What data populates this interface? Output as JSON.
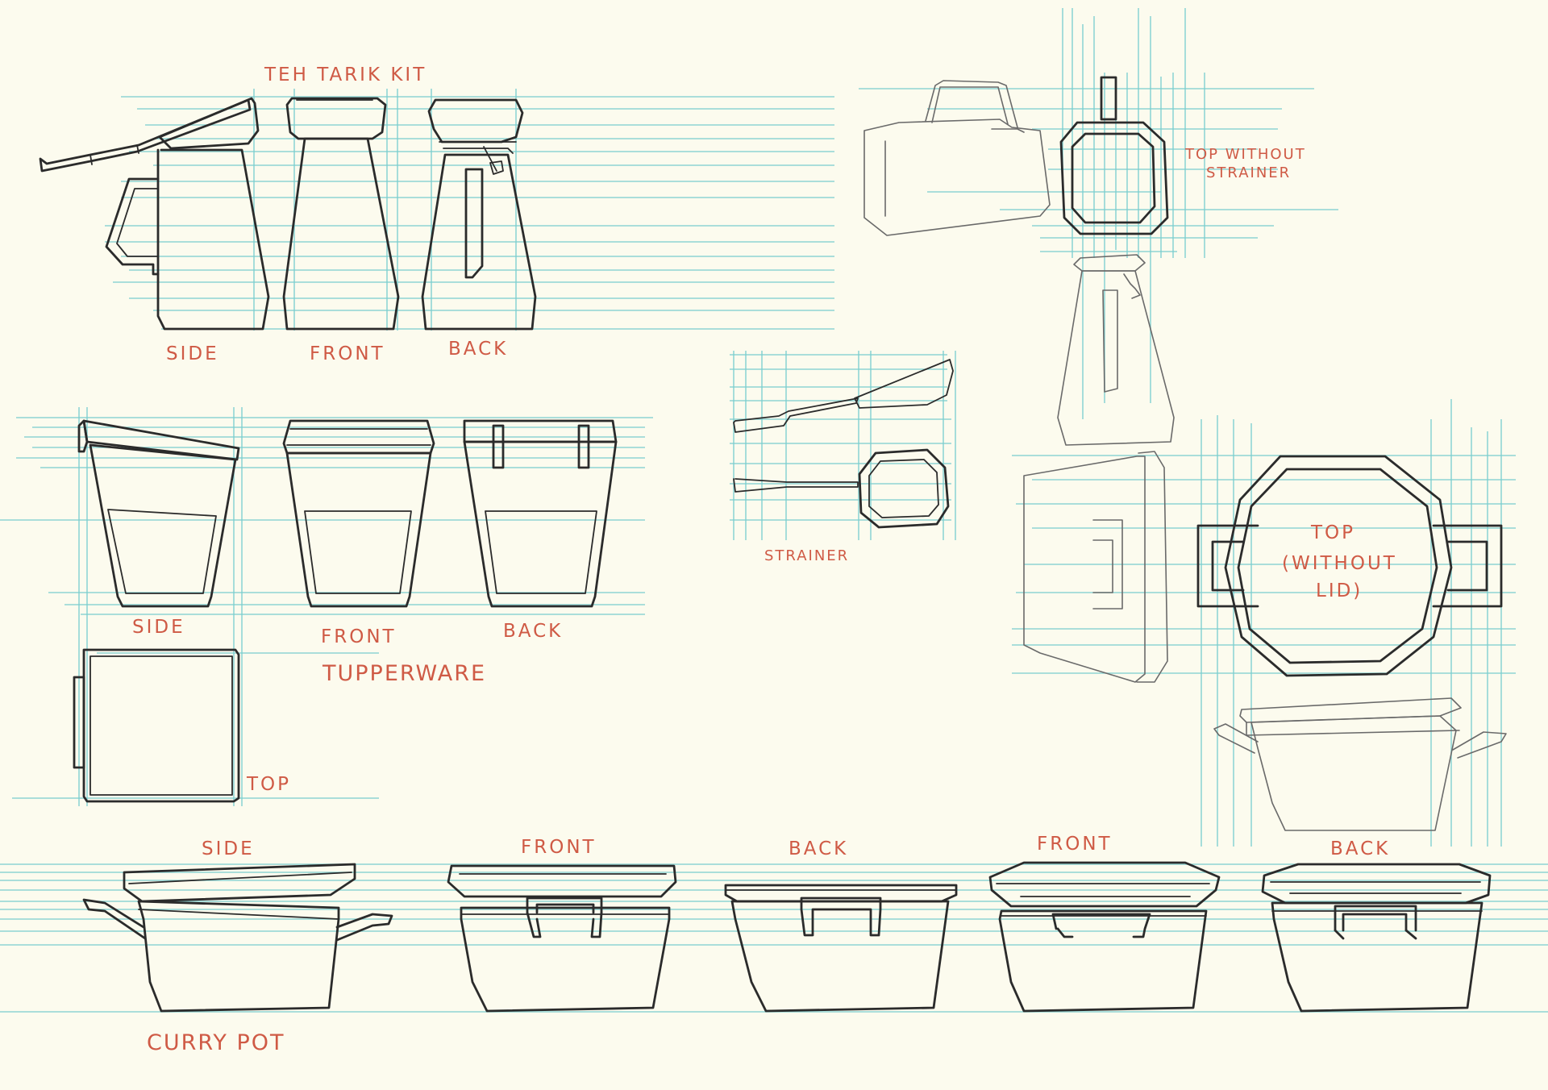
{
  "sheet": {
    "title": "TEH TARIK KIT",
    "teh_tarik_views": {
      "side": "SIDE",
      "front": "FRONT",
      "back": "BACK"
    },
    "top_without_strainer": [
      "TOP WITHOUT",
      "STRAINER"
    ],
    "strainer": "STRAINER",
    "tupperware_views": {
      "side": "SIDE",
      "front": "FRONT",
      "back": "BACK",
      "top": "TOP"
    },
    "tupperware": "TUPPERWARE",
    "pot_top": [
      "TOP",
      "(WITHOUT",
      "LID)"
    ],
    "curry_pot_views": {
      "side": "SIDE",
      "front": "FRONT",
      "back": "BACK",
      "front2": "FRONT",
      "back2": "BACK"
    },
    "curry_pot": "CURRY POT"
  },
  "colors": {
    "paper": "#fcfbee",
    "ink": "#2b2b2b",
    "construction_lines": "#7ccfd0",
    "labels": "#cf5a45"
  }
}
